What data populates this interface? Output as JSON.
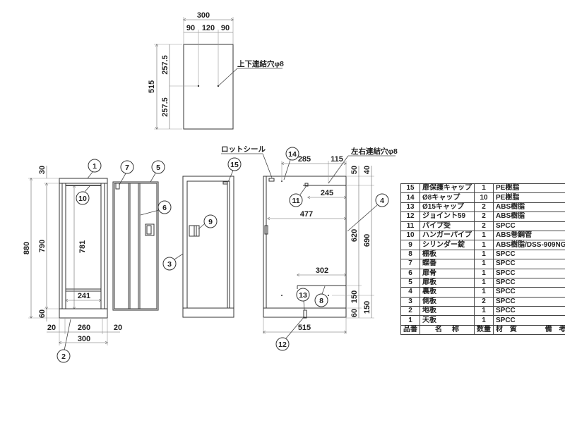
{
  "top_view": {
    "width_total": "300",
    "width_segments": [
      "90",
      "120",
      "90"
    ],
    "height_total": "515",
    "height_segments": [
      "257.5",
      "257.5"
    ],
    "hole_note": "上下連結穴φ8"
  },
  "front_view": {
    "height_total": "880",
    "top_thickness": "30",
    "inner_height": "790",
    "base_height": "60",
    "hanger_height": "781",
    "inner_width": "241",
    "side_left": "20",
    "inner_span": "260",
    "side_right": "20",
    "width_total": "300"
  },
  "side_view": {
    "rod_seal_label": "ロットシール",
    "hole_note": "左右連結穴φ8",
    "dim_285": "285",
    "dim_115": "115",
    "dim_245": "245",
    "dim_477": "477",
    "dim_302": "302",
    "dim_515": "515",
    "dim_50": "50",
    "dim_40": "40",
    "dim_620": "620",
    "dim_690": "690",
    "dim_150a": "150",
    "dim_150b": "150",
    "dim_60": "60"
  },
  "balloons": {
    "b1": "1",
    "b2": "2",
    "b3": "3",
    "b4": "4",
    "b5": "5",
    "b6": "6",
    "b7": "7",
    "b8": "8",
    "b9": "9",
    "b10": "10",
    "b11": "11",
    "b12": "12",
    "b13": "13",
    "b14": "14",
    "b15": "15"
  },
  "parts_table": {
    "rows": [
      {
        "no": "15",
        "name": "扉保護キャップ",
        "qty": "1",
        "material": "PE樹脂"
      },
      {
        "no": "14",
        "name": "Ø8キャップ",
        "qty": "10",
        "material": "PE樹脂"
      },
      {
        "no": "13",
        "name": "Ø15キャップ",
        "qty": "2",
        "material": "ABS樹脂"
      },
      {
        "no": "12",
        "name": "ジョイント59",
        "qty": "2",
        "material": "ABS樹脂"
      },
      {
        "no": "11",
        "name": "パイプ受",
        "qty": "2",
        "material": "SPCC"
      },
      {
        "no": "10",
        "name": "ハンガーパイプ",
        "qty": "1",
        "material": "ABS巻鋼管"
      },
      {
        "no": "9",
        "name": "シリンダー錠",
        "qty": "1",
        "material": "ABS樹脂/DSS-909NG"
      },
      {
        "no": "8",
        "name": "棚板",
        "qty": "1",
        "material": "SPCC"
      },
      {
        "no": "7",
        "name": "蝶番",
        "qty": "1",
        "material": "SPCC"
      },
      {
        "no": "6",
        "name": "扉骨",
        "qty": "1",
        "material": "SPCC"
      },
      {
        "no": "5",
        "name": "扉板",
        "qty": "1",
        "material": "SPCC"
      },
      {
        "no": "4",
        "name": "裏板",
        "qty": "1",
        "material": "SPCC"
      },
      {
        "no": "3",
        "name": "側板",
        "qty": "2",
        "material": "SPCC"
      },
      {
        "no": "2",
        "name": "地板",
        "qty": "1",
        "material": "SPCC"
      },
      {
        "no": "1",
        "name": "天板",
        "qty": "1",
        "material": "SPCC"
      }
    ],
    "header": {
      "no": "品番",
      "name_a": "名",
      "name_b": "称",
      "qty": "数量",
      "mat_a": "材",
      "mat_b": "質",
      "rem_a": "備",
      "rem_b": "考"
    }
  }
}
